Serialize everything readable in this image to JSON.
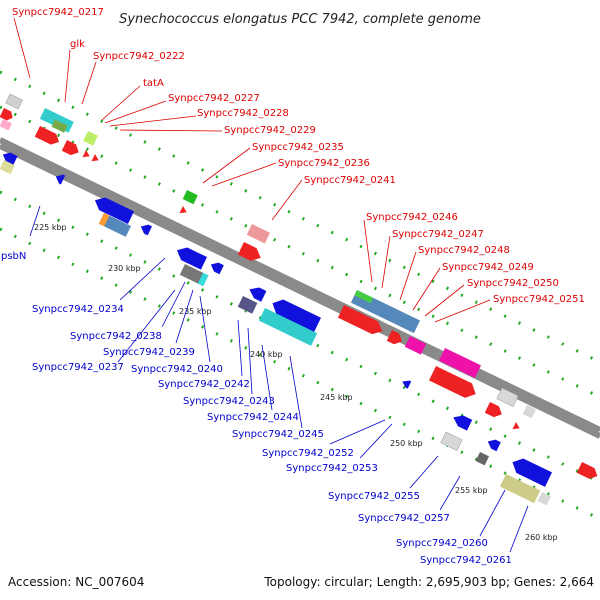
{
  "title": "Synechococcus elongatus PCC 7942, complete genome",
  "footer": {
    "accession": "Accession: NC_007604",
    "summary": "Topology: circular; Length: 2,695,903 bp; Genes: 2,664"
  },
  "colors": {
    "forward_label": "#dd0000",
    "reverse_label": "#0000cc",
    "backbone": "#8a8a8a",
    "dots": "#22aa22"
  },
  "ticks": [
    "225 kbp",
    "230 kbp",
    "235 kbp",
    "240 kbp",
    "245 kbp",
    "250 kbp",
    "255 kbp",
    "260 kbp"
  ],
  "forward_labels": [
    "Synpcc7942_0217",
    "glk",
    "Synpcc7942_0222",
    "tatA",
    "Synpcc7942_0227",
    "Synpcc7942_0228",
    "Synpcc7942_0229",
    "Synpcc7942_0235",
    "Synpcc7942_0236",
    "Synpcc7942_0241",
    "Synpcc7942_0246",
    "Synpcc7942_0247",
    "Synpcc7942_0248",
    "Synpcc7942_0249",
    "Synpcc7942_0250",
    "Synpcc7942_0251"
  ],
  "reverse_labels": [
    "psbN",
    "Synpcc7942_0234",
    "Synpcc7942_0238",
    "Synpcc7942_0239",
    "Synpcc7942_0237",
    "Synpcc7942_0240",
    "Synpcc7942_0242",
    "Synpcc7942_0243",
    "Synpcc7942_0244",
    "Synpcc7942_0245",
    "Synpcc7942_0252",
    "Synpcc7942_0253",
    "Synpcc7942_0255",
    "Synpcc7942_0257",
    "Synpcc7942_0260",
    "Synpcc7942_0261"
  ]
}
